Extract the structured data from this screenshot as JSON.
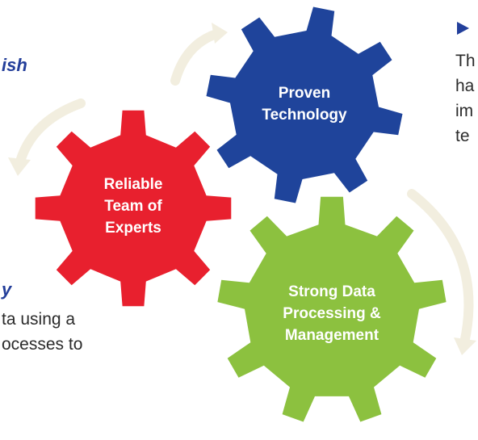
{
  "top_left_heading": "ish",
  "left_heading": "y",
  "left_paragraph": [
    "ta using a",
    "ocesses to"
  ],
  "right_paragraph": [
    "Th",
    "ha",
    "im",
    "te"
  ],
  "gears": {
    "reliable": {
      "lines": [
        "Reliable",
        "Team of",
        "Experts"
      ],
      "color": "#e8202e"
    },
    "proven": {
      "lines": [
        "Proven",
        "Technology"
      ],
      "color": "#1f449b"
    },
    "strong": {
      "lines": [
        "Strong Data",
        "Processing &",
        "Management"
      ],
      "color": "#8cc13f"
    }
  },
  "arrow_color": "#f2eedf",
  "bullet_color": "#223f9b"
}
